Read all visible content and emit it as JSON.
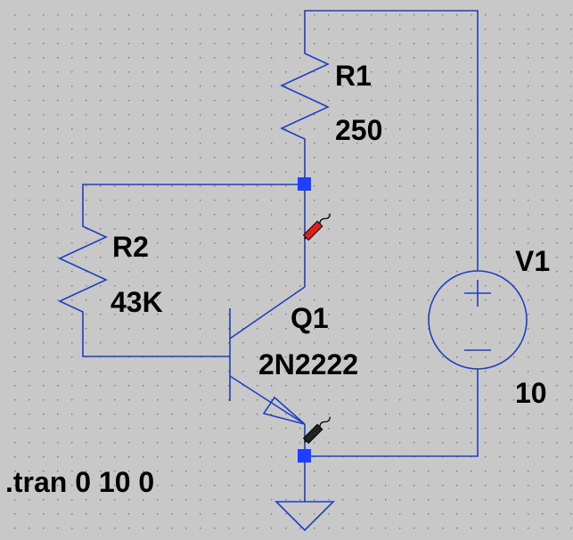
{
  "colors": {
    "background": "#c8c8c8",
    "grid_dot": "#7a7a7a",
    "wire": "#1f3fbf",
    "node": "#1f3fff",
    "probe_tip": "#e02020",
    "text": "#000000"
  },
  "components": {
    "r1": {
      "name": "R1",
      "value": "250"
    },
    "r2": {
      "name": "R2",
      "value": "43K"
    },
    "q1": {
      "name": "Q1",
      "model": "2N2222"
    },
    "v1": {
      "name": "V1",
      "value": "10",
      "plus_symbol": "+",
      "minus_symbol": "−"
    }
  },
  "directive": ".tran 0 10 0",
  "icons": {
    "probe": "voltage-probe-icon",
    "ground": "ground-icon"
  }
}
